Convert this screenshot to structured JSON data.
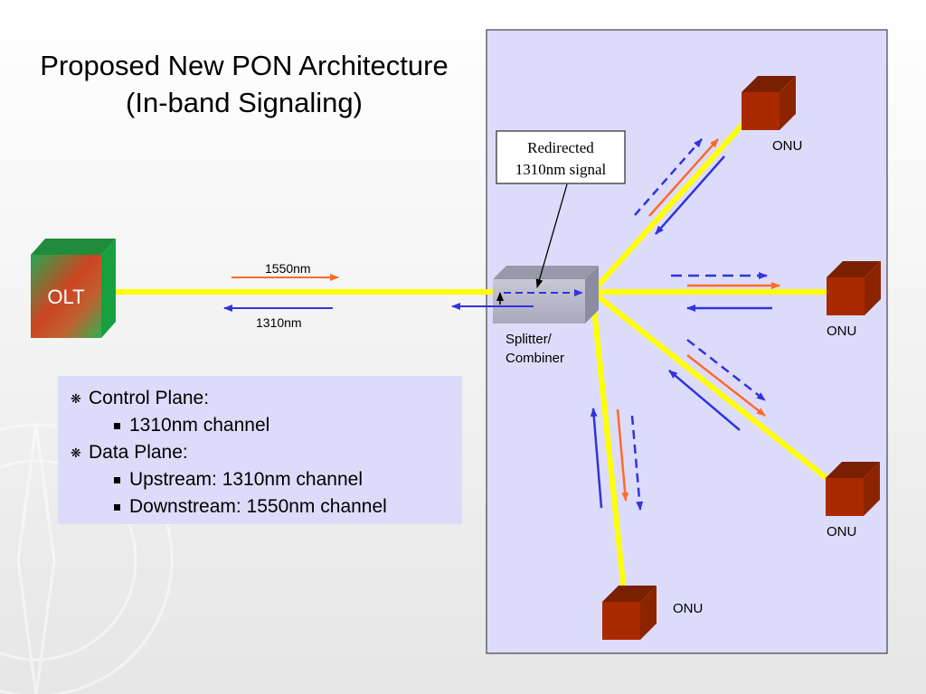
{
  "title": {
    "line1": "Proposed New PON Architecture",
    "line2": "(In-band Signaling)"
  },
  "olt": {
    "label": "OLT"
  },
  "wavelength_labels": {
    "down": "1550nm",
    "up": "1310nm"
  },
  "callout": {
    "line1": "Redirected",
    "line2": "1310nm signal"
  },
  "splitter": {
    "line1": "Splitter/",
    "line2": "Combiner"
  },
  "onus": [
    {
      "label": "ONU"
    },
    {
      "label": "ONU"
    },
    {
      "label": "ONU"
    },
    {
      "label": "ONU"
    }
  ],
  "bullets": {
    "items": [
      {
        "text": "Control Plane:",
        "sub": [
          "1310nm channel"
        ]
      },
      {
        "text": "Data Plane:",
        "sub": [
          "Upstream: 1310nm channel",
          "Downstream: 1550nm channel"
        ]
      }
    ],
    "marker_icon": "snowflake-bullet-icon",
    "sub_marker_icon": "square-bullet-icon"
  },
  "colors": {
    "fiber": "#ffff00",
    "downstream_arrow": "#ff6a2a",
    "upstream_arrow": "#3333dd",
    "control_arrow": "#3333dd",
    "panel_bg": "#dcdcfa",
    "onu_box": "#aa2a00",
    "olt_box_gradient": [
      "#e06030",
      "#20a040"
    ]
  }
}
